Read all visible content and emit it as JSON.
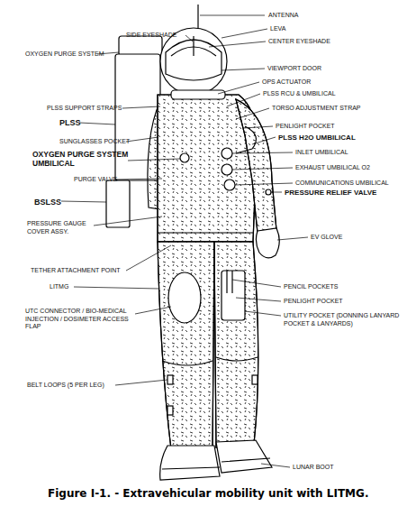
{
  "diagram": {
    "caption": "Figure I-1. - Extravehicular mobility unit with LITMG.",
    "labels": [
      "ANTENNA",
      "SIDE EYESHADE",
      "LEVA",
      "CENTER EYESHADE",
      "OXYGEN PURGE SYSTEM",
      "VIEWPORT DOOR",
      "OPS ACTUATOR",
      "PLSS RCU & UMBILICAL",
      "PLSS SUPPORT STRAPS",
      "TORSO ADJUSTMENT STRAP",
      "PLSS",
      "PENLIGHT POCKET",
      "PLSS H2O UMBILICAL",
      "SUNGLASSES POCKET",
      "OXYGEN PURGE SYSTEM UMBILICAL",
      "INLET UMBILICAL",
      "EXHAUST UMBILICAL O2",
      "PURGE VALVE",
      "COMMUNICATIONS UMBILICAL",
      "PRESSURE RELIEF VALVE",
      "BSLSS",
      "PRESSURE GAUGE COVER ASSY.",
      "EV GLOVE",
      "TETHER ATTACHMENT POINT",
      "LITMG",
      "PENCIL POCKETS",
      "PENLIGHT POCKET",
      "UTC CONNECTOR / BIO-MEDICAL INJECTION / DOSIMETER ACCESS FLAP",
      "UTILITY POCKET (DONNING LANYARD POCKET & LANYARDS)",
      "BELT LOOPS (5 PER LEG)",
      "LUNAR BOOT"
    ]
  }
}
